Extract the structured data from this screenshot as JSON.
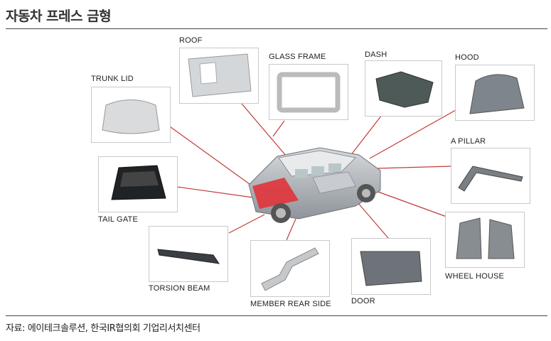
{
  "header": {
    "title": "자동차 프레스 금형"
  },
  "footer": {
    "source": "자료: 에이테크솔루션, 한국IR협의회 기업리서치센터"
  },
  "colors": {
    "leader_line": "#c43a3a",
    "car_body": "#a9aeb4",
    "highlight": "#e0343a"
  },
  "parts": {
    "roof": "ROOF",
    "glass_frame": "GLASS FRAME",
    "dash": "DASH",
    "hood": "HOOD",
    "trunk_lid": "TRUNK LID",
    "a_pillar": "A PILLAR",
    "tail_gate": "TAIL GATE",
    "wheel_house": "WHEEL HOUSE",
    "torsion_beam": "TORSION BEAM",
    "member_rear_side": "MEMBER REAR SIDE",
    "door": "DOOR"
  }
}
